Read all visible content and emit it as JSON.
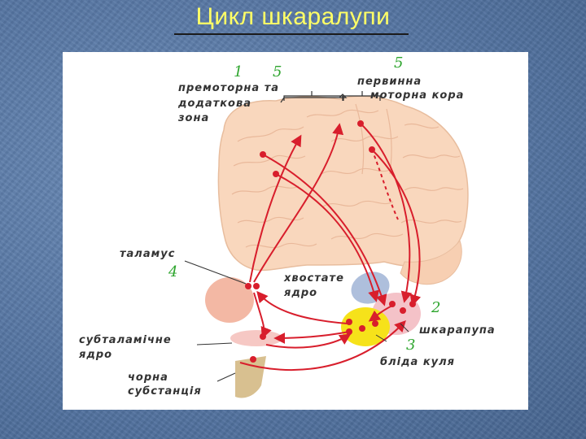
{
  "slide": {
    "title": "Цикл шкаралупи"
  },
  "diagram": {
    "labels": {
      "premotor_line1": "премоторна та",
      "premotor_line2": "додаткова",
      "premotor_line3": "зона",
      "primary_line1": "первинна",
      "primary_line2": "моторна кора",
      "thalamus": "таламус",
      "caudate_line1": "хвостате",
      "caudate_line2": "ядро",
      "putamen": "шкарапупа",
      "globus_pallidus": "бліда куля",
      "subthalamic_line1": "субталамічне",
      "subthalamic_line2": "ядро",
      "substantia_line1": "чорна",
      "substantia_line2": "субстанція"
    },
    "numbers": {
      "premotor_a": "1",
      "premotor_b": "5",
      "primary": "5",
      "thalamus": "4",
      "putamen": "2",
      "globus_pallidus": "3"
    },
    "colors": {
      "brain": "#f9d7bd",
      "pathway": "#d81e2c",
      "number": "#2ea52e",
      "caudate": "#aebfdc",
      "putamen": "#f4c2c8",
      "globus_pallidus": "#f6e21a",
      "thalamus": "#f3b8a4",
      "substantia": "#d8c090"
    }
  }
}
